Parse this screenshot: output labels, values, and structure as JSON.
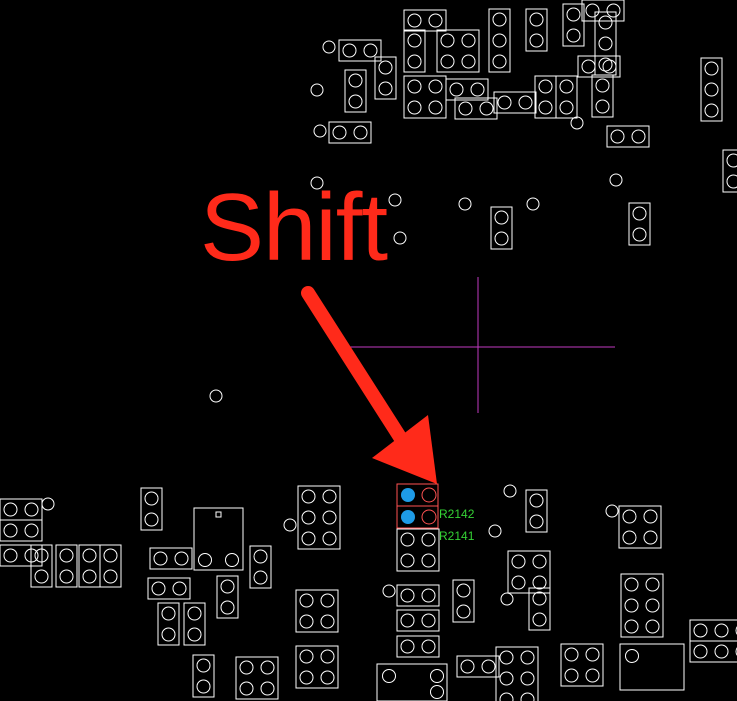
{
  "view": {
    "background": "#000000",
    "outline_color": "#ffffff",
    "crosshair_color": "#c13ac1",
    "highlight_outline_color": "#ff5252",
    "selected_pad_color": "#1e9be6",
    "refdes_color": "#35d235"
  },
  "annotation": {
    "text": "Shift",
    "color": "#ff2a1a",
    "arrow_icon": "arrow-down-right-icon"
  },
  "components": {
    "highlighted": [
      {
        "refdes": "R2142",
        "selected": true
      },
      {
        "refdes": "R2141",
        "selected": true
      }
    ]
  }
}
